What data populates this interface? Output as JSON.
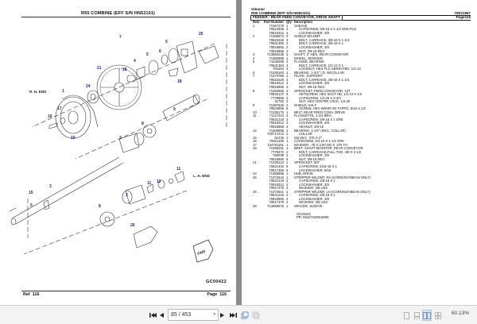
{
  "left_page": {
    "title": "R55 COMBINE (EFF S/N HN52101)",
    "diagram_code": "GC00422",
    "ref_label": "Ref",
    "ref_number": "116",
    "page_label": "Page",
    "page_number": "116",
    "end_labels": {
      "rh": "R. H. END",
      "lh": "L. H. END"
    },
    "fwd_label": "FWD",
    "callouts": [
      "1",
      "2",
      "2",
      "3",
      "4",
      "5",
      "5",
      "6",
      "7",
      "8",
      "8",
      "9",
      "10",
      "11",
      "11",
      "12",
      "15",
      "16",
      "17",
      "18",
      "21",
      "24",
      "25",
      "26",
      "28"
    ]
  },
  "right_page": {
    "brand": "Gleaner",
    "title": "R55 COMBINE (EFF S/N HN52101)",
    "doc_number": "79021867",
    "section": "FEEDER - REAR FEED CONVEYOR, DRIVE SHAFT",
    "page_ref": "Page116",
    "columns": {
      "item": "Item",
      "part": "Part Number",
      "qty": "Qty",
      "desc": "Description"
    },
    "rows": [
      {
        "item": "1",
        "part": "71367378",
        "qty": "1",
        "desc": "SHEAVE",
        "sub": false
      },
      {
        "item": "",
        "part": "70612605",
        "qty": "4",
        "desc": "CAPSCREW, 3/8-16 X 1-1/4 GR8 PLN",
        "sub": true
      },
      {
        "item": "",
        "part": "70918312",
        "qty": "4",
        "desc": "LOCKWASHER, 3/8",
        "sub": true
      },
      {
        "item": "2",
        "part": "71356874",
        "qty": "2",
        "desc": "SHIELD W/LDMT.",
        "sub": false
      },
      {
        "item": "",
        "part": "70623226",
        "qty": "3",
        "desc": "BOLT, CARRIAGE, 3/8-16 X 1-1/4",
        "sub": true
      },
      {
        "item": "",
        "part": "70621350",
        "qty": "2",
        "desc": "BOLT, CARRIAGE, 3/8-16 X 1",
        "sub": true
      },
      {
        "item": "",
        "part": "70918955",
        "qty": "2",
        "desc": "LOCKWASHER, 3/8",
        "sub": true
      },
      {
        "item": "",
        "part": "70918956",
        "qty": "2",
        "desc": "NUT, 3/8-16 REG",
        "sub": true
      },
      {
        "item": "3",
        "part": "713650236",
        "qty": "1",
        "desc": "SHAFT, 2\" HEX, REAR CONVEYOR",
        "sub": false
      },
      {
        "item": "4",
        "part": "71356895",
        "qty": "1",
        "desc": "WHEEL, SENSING",
        "sub": false
      },
      {
        "item": "5",
        "part": "71136258",
        "qty": "2",
        "desc": "FLANGE, BEARING",
        "sub": false
      },
      {
        "item": "",
        "part": "70631363",
        "qty": "4",
        "desc": "BOLT, CARRIAGE, 1/2-13 X 1",
        "sub": true
      },
      {
        "item": "",
        "part": "764254",
        "qty": "4",
        "desc": "LOCKNUT, HEX FLG SERRATED, 1/2-13",
        "sub": true
      },
      {
        "item": "6",
        "part": "71335184",
        "qty": "1",
        "desc": "BEARING, 1-3/4\" I.D. W/COLLAR",
        "sub": false
      },
      {
        "item": "7",
        "part": "71373786",
        "qty": "1",
        "desc": "PLATE, SUPPORT",
        "sub": false
      },
      {
        "item": "",
        "part": "70623226",
        "qty": "4",
        "desc": "BOLT, CARRIAGE, 3/8-16 X 1-1/4",
        "sub": true
      },
      {
        "item": "",
        "part": "70918312",
        "qty": "4",
        "desc": "LOCKWASHER, 3/8",
        "sub": true
      },
      {
        "item": "",
        "part": "70918956",
        "qty": "4",
        "desc": "NUT, 3/8-16 REG",
        "sub": true
      },
      {
        "item": "8",
        "part": "71394665",
        "qty": "2",
        "desc": "SPROCKET, FEED CONVEYOR, 13T",
        "sub": false
      },
      {
        "item": "",
        "part": "70626137",
        "qty": "4",
        "desc": "SETSCREW, HEX SCKT HD, 1/2-13 X 1/2",
        "sub": true
      },
      {
        "item": "",
        "part": "7778656",
        "qty": "2",
        "desc": "CAPSCREW, 1/4-20 X 2-3/4",
        "sub": true
      },
      {
        "item": "",
        "part": "31752",
        "qty": "2",
        "desc": "NUT, HEX CENTER LOCK, 1/4-20",
        "sub": true
      },
      {
        "item": "9",
        "part": "71367645",
        "qty": "2",
        "desc": "SHIELD, HALF",
        "sub": false
      },
      {
        "item": "",
        "part": "70623856",
        "qty": "6",
        "desc": "SCREW, HEX WSHR HD TAPPG, 5/16 X 1/2",
        "sub": true
      },
      {
        "item": "10",
        "part": "71335175",
        "qty": "1",
        "desc": "BELT, REAR FEED CONV. DRIVE",
        "sub": false
      },
      {
        "item": "11",
        "part": "71127313",
        "qty": "2",
        "desc": "FLANGETTE, 1-1/4 BRG.",
        "sub": false
      },
      {
        "item": "",
        "part": "70621218",
        "qty": "3",
        "desc": "CAPSCREW, 3/8-16 X 1 GR5",
        "sub": true
      },
      {
        "item": "",
        "part": "70918312",
        "qty": "3",
        "desc": "LOCKWASHER, 3/8",
        "sub": true
      },
      {
        "item": "",
        "part": "70918956",
        "qty": "3",
        "desc": "HEXNUT, 3/8-16",
        "sub": true
      },
      {
        "item": "12",
        "part": "71308995",
        "qty": "1",
        "desc": "BEARING, 1-1/4\" (INCL. COLLAR)",
        "sub": false
      },
      {
        "item": "",
        "part": "700717212",
        "qty": "1",
        "desc": "COLLAR",
        "sub": true
      },
      {
        "item": "15",
        "part": "61236",
        "qty": "1",
        "desc": "SQ-KEY, .375 X 2\"",
        "sub": false
      },
      {
        "item": "16",
        "part": "70621169",
        "qty": "1",
        "desc": "CAPSCREW, 3/4-10 X 1-1/2 GR8",
        "sub": false
      },
      {
        "item": "17",
        "part": "104751161",
        "qty": "1",
        "desc": "WASHER, .78 X 2.50 OD X .375 TH",
        "sub": false
      },
      {
        "item": "18",
        "part": "71368291",
        "qty": "1",
        "desc": "BRKT, SHAFT MONITOR, REAR CONVEYOR",
        "sub": false
      },
      {
        "item": "",
        "part": "7778472",
        "qty": "2",
        "desc": "BOLT, CARRIAGE,FULL THD, 3/8 X 2-1/2",
        "sub": true
      },
      {
        "item": "",
        "part": "765038",
        "qty": "4",
        "desc": "LOCKWASHER, 3/8",
        "sub": true
      },
      {
        "item": "",
        "part": "70918956",
        "qty": "6",
        "desc": "NUT, 3/8-16 REG",
        "sub": true
      },
      {
        "item": "21",
        "part": "71339124",
        "qty": "1",
        "desc": "SPROCKET, 60T",
        "sub": false
      },
      {
        "item": "",
        "part": "70621333",
        "qty": "6",
        "desc": "CAPSCREW, 5/16-18 X 1",
        "sub": true
      },
      {
        "item": "",
        "part": "70917356",
        "qty": "6",
        "desc": "LOCKWASHER, 5/16",
        "sub": true
      },
      {
        "item": "24",
        "part": "71358896",
        "qty": "1",
        "desc": "HUB, DRIVE",
        "sub": false
      },
      {
        "item": "25",
        "part": "71372643",
        "qty": "1",
        "desc": "STRIPPER W/LDMT, RH (CORN/SOYBEAN ONLY)",
        "sub": false
      },
      {
        "item": "",
        "part": "70621218",
        "qty": "2",
        "desc": "CAPSCREW, 3/8-16 X 1",
        "sub": true
      },
      {
        "item": "",
        "part": "70918312",
        "qty": "2",
        "desc": "LOCKWASHER, 3/8",
        "sub": true
      },
      {
        "item": "",
        "part": "70917378",
        "qty": "2",
        "desc": "WASHER, 3/8 USS",
        "sub": true
      },
      {
        "item": "26",
        "part": "71372641",
        "qty": "1",
        "desc": "STRIPPER W/LDMT, LH (CORN/SOYBEAN ONLY)",
        "sub": false
      },
      {
        "item": "",
        "part": "70621218",
        "qty": "2",
        "desc": "CAPSCREW, 3/8-16 X 1",
        "sub": true
      },
      {
        "item": "",
        "part": "70918955",
        "qty": "2",
        "desc": "LOCKWASHER, 3/8",
        "sub": true
      },
      {
        "item": "",
        "part": "70917378",
        "qty": "2",
        "desc": "WASHER, 3/8 USS",
        "sub": true
      },
      {
        "item": "28",
        "part": "713658978",
        "qty": "1",
        "desc": "SPACER, SLEEVE",
        "sub": false
      }
    ],
    "notes": [
      "GC00422",
      "PR: 654271600c6005"
    ]
  },
  "toolbar": {
    "first_page_icon": "first-page-icon",
    "prev_page_icon": "previous-page-icon",
    "page_input_value": "85 / 453",
    "next_page_icon": "next-page-icon",
    "last_page_icon": "last-page-icon",
    "zoom_level": "60.13%"
  }
}
